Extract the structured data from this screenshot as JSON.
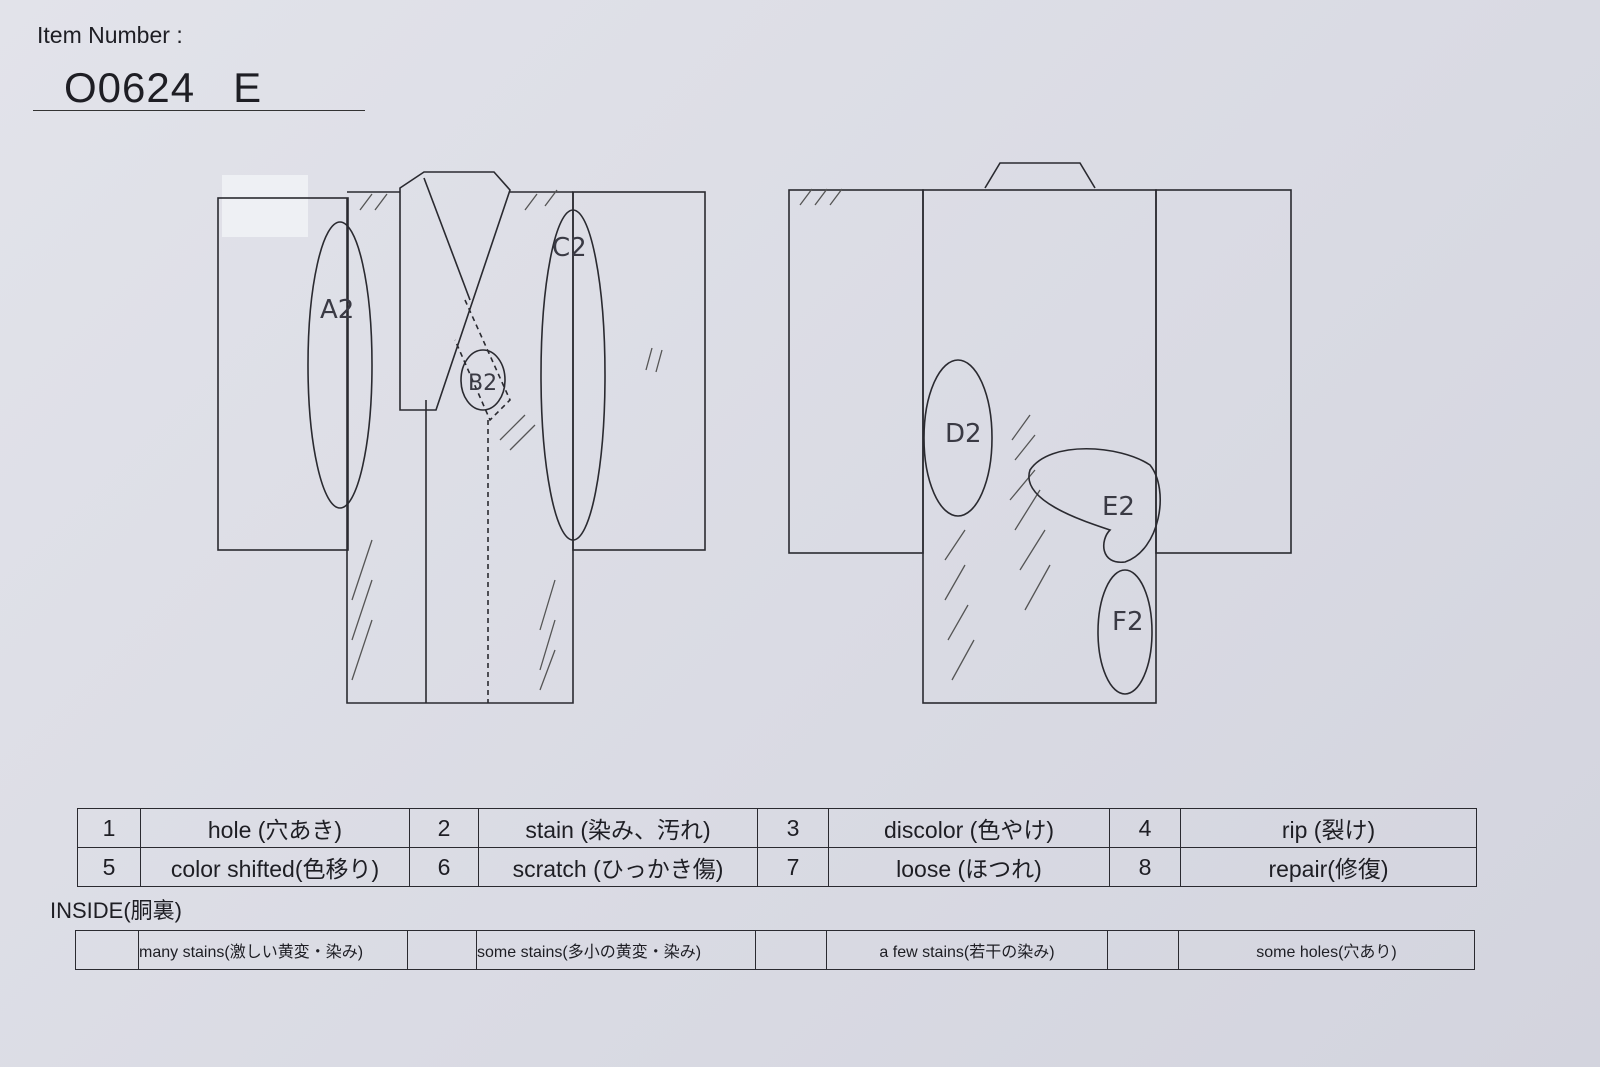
{
  "header": {
    "item_number_label": "Item Number :",
    "item_number_value": "O0624   E"
  },
  "annotations": {
    "front": [
      "A2",
      "B2",
      "C2"
    ],
    "back": [
      "D2",
      "E2",
      "F2"
    ]
  },
  "legend": [
    [
      {
        "num": "1",
        "label": "hole (穴あき)"
      },
      {
        "num": "2",
        "label": "stain (染み、汚れ)"
      },
      {
        "num": "3",
        "label": "discolor (色やけ)"
      },
      {
        "num": "4",
        "label": "rip (裂け)"
      }
    ],
    [
      {
        "num": "5",
        "label": "color shifted(色移り)"
      },
      {
        "num": "6",
        "label": "scratch (ひっかき傷)"
      },
      {
        "num": "7",
        "label": "loose (ほつれ)"
      },
      {
        "num": "8",
        "label": "repair(修復)"
      }
    ]
  ],
  "inside": {
    "title": "INSIDE(胴裏)",
    "options": [
      "many stains(激しい黄変・染み)",
      "some stains(多小の黄変・染み)",
      "a few stains(若干の染み)",
      "some holes(穴あり)"
    ]
  }
}
